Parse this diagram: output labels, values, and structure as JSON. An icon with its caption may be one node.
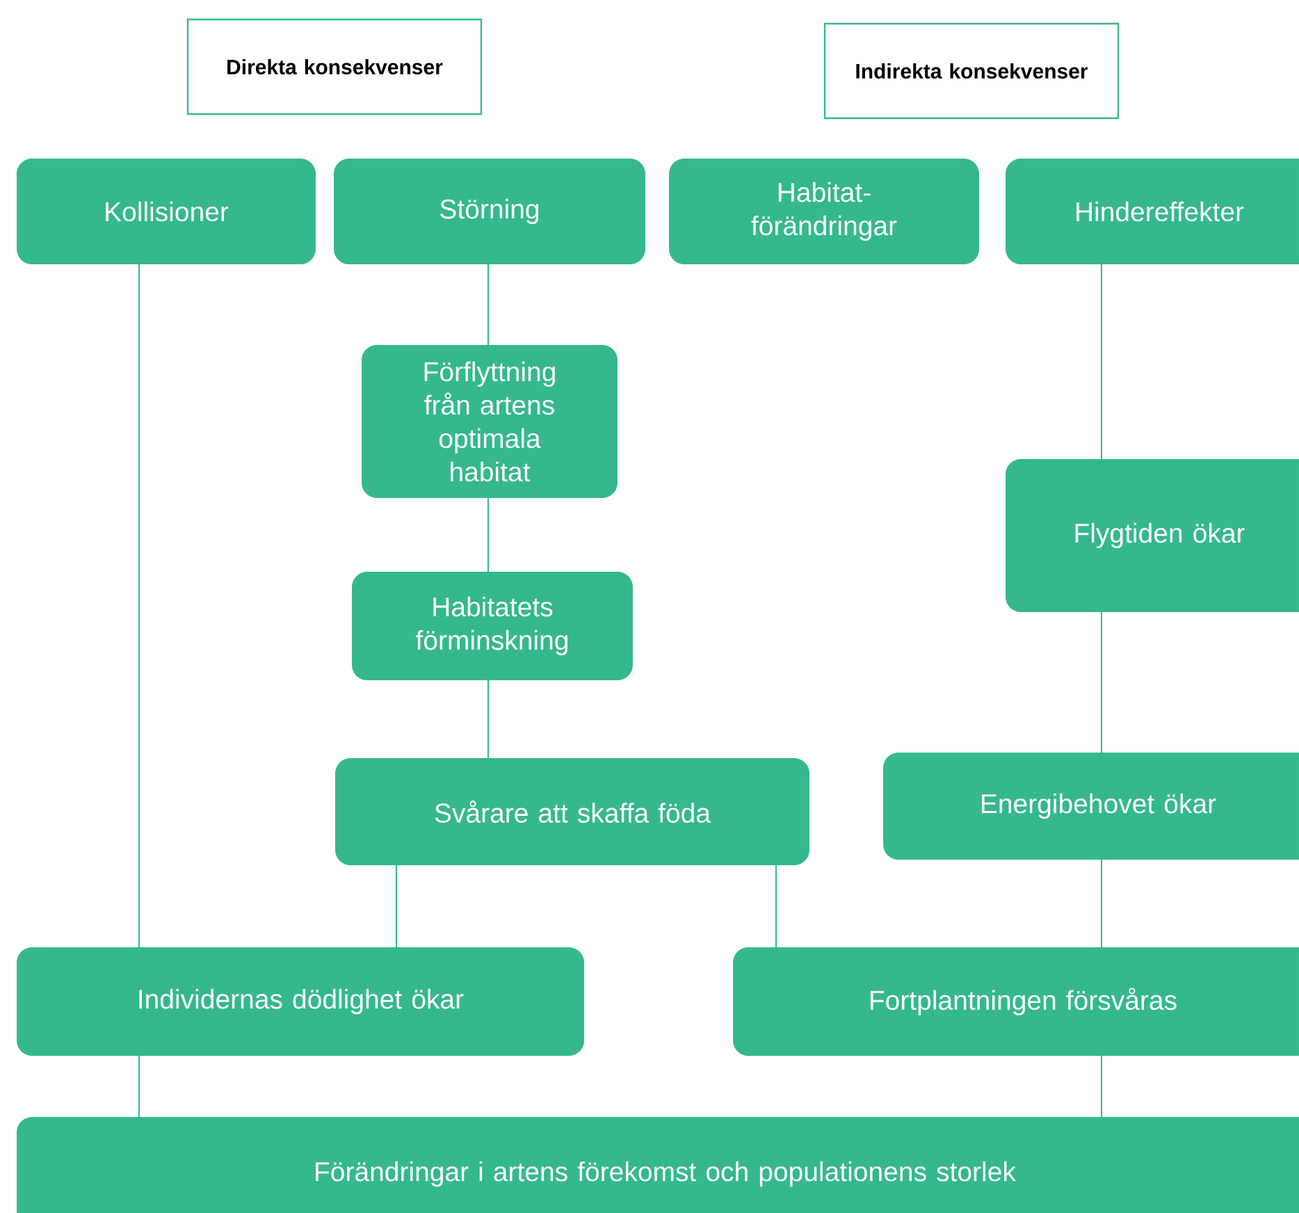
{
  "diagram": {
    "nodes": [
      {
        "text": [
          "Direkta konsekvenser"
        ]
      },
      {
        "text": [
          "Indirekta konsekvenser"
        ]
      },
      {
        "text": [
          "Kollisioner"
        ]
      },
      {
        "text": [
          "Störning"
        ]
      },
      {
        "text": [
          "Habitat-förändringar"
        ]
      },
      {
        "text": [
          "Hindereffekter"
        ]
      },
      {
        "text": [
          "Förflyttning från artens optimala habitat"
        ]
      },
      {
        "text": [
          "Habitatets förminskning"
        ]
      },
      {
        "text": [
          "Svårare att skaffa föda"
        ]
      },
      {
        "text": [
          "Flygtiden ökar"
        ]
      },
      {
        "text": [
          "Energibehovet ökar"
        ]
      },
      {
        "text": [
          "Individernas dödlighet ökar"
        ]
      },
      {
        "text": [
          "Fortplantningen försvåras"
        ]
      },
      {
        "text": [
          "Förändringar i artens förekomst och populationens storlek"
        ]
      }
    ],
    "edges": [
      {
        "from": 2,
        "to": 11,
        "arrow": "none"
      },
      {
        "from": 3,
        "to": 6,
        "arrow": "none"
      },
      {
        "from": 6,
        "to": 7,
        "arrow": "none"
      },
      {
        "from": 7,
        "to": 8,
        "arrow": "none"
      },
      {
        "from": 8,
        "to": 11,
        "arrow": "none"
      },
      {
        "from": 8,
        "to": 12,
        "arrow": "none"
      },
      {
        "from": 5,
        "to": 9,
        "arrow": "none"
      },
      {
        "from": 9,
        "to": 10,
        "arrow": "none"
      },
      {
        "from": 10,
        "to": 12,
        "arrow": "none"
      },
      {
        "from": 11,
        "to": 13,
        "arrow": "none"
      },
      {
        "from": 12,
        "to": 13,
        "arrow": "none"
      }
    ]
  }
}
